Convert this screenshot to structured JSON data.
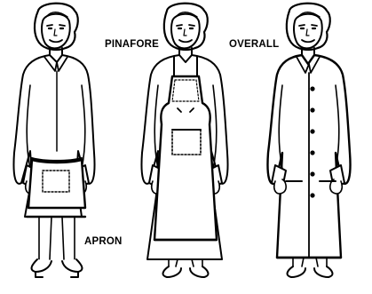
{
  "labels": {
    "apron": "APRON",
    "pinafore": "PINAFORE",
    "overall": "OVERALL"
  },
  "figures": [
    {
      "id": "apron",
      "garment": "apron"
    },
    {
      "id": "pinafore",
      "garment": "pinafore"
    },
    {
      "id": "overall",
      "garment": "overall"
    }
  ],
  "colors": {
    "ink": "#000000",
    "paper": "#ffffff"
  }
}
